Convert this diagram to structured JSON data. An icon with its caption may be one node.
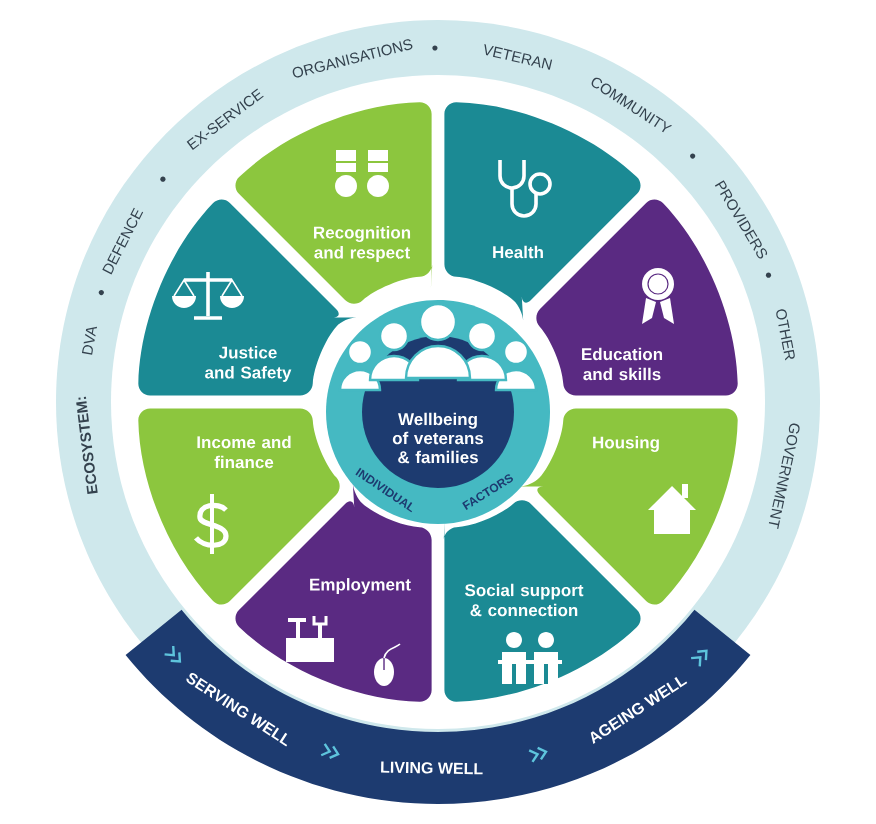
{
  "diagram": {
    "nodes": [
      {
        "text": [
          "ECOSYSTEM:",
          "DVA",
          "DEFENCE",
          "EX-SERVICE",
          "ORGANISATIONS",
          "VETERAN",
          "COMMUNITY",
          "PROVIDERS",
          "OTHER",
          "GOVERNMENT"
        ]
      },
      {
        "text": [
          "SERVING WELL",
          "LIVING WELL",
          "AGEING WELL"
        ]
      },
      {
        "text": [
          "Wellbeing of veterans & families",
          "INDIVIDUAL",
          "FACTORS"
        ],
        "in": 0
      },
      {
        "text": [
          "Recognition and respect"
        ],
        "in": 0
      },
      {
        "text": [
          "Health"
        ],
        "in": 0
      },
      {
        "text": [
          "Justice and Safety"
        ],
        "in": 0
      },
      {
        "text": [
          "Education and skills"
        ],
        "in": 0
      },
      {
        "text": [
          "Income and finance"
        ],
        "in": 0
      },
      {
        "text": [
          "Housing"
        ],
        "in": 0
      },
      {
        "text": [
          "Employment"
        ],
        "in": 0
      },
      {
        "text": [
          "Social support & connection"
        ],
        "in": 0
      }
    ]
  }
}
